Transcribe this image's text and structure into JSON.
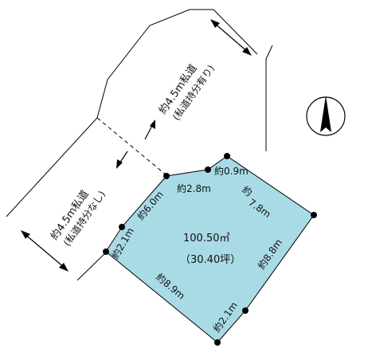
{
  "plot": {
    "area": "100.50㎡",
    "tsubo": "（30.40坪）",
    "fill_color": "#a9dbe6",
    "vertices_marker_color": "#000000"
  },
  "dimensions": {
    "top_right": "約0.9m",
    "top_middle": "約2.8m",
    "upper_left_slope": "約6.0m",
    "right_upper": "約\n7.8m",
    "right_upper_line1": "約",
    "right_upper_line2": "7.8m",
    "left_short": "約2.1m",
    "right_lower": "約8.8m",
    "bottom_left": "約8.9m",
    "bottom_right": "約2.1m"
  },
  "roads": {
    "upper_road_line1": "約4.5m私道",
    "upper_road_line2": "(私道持分有り)",
    "lower_road_line1": "約4.5m私道",
    "lower_road_line2": "(私道持分なし)"
  },
  "compass": {
    "icon": "north-arrow-icon"
  }
}
